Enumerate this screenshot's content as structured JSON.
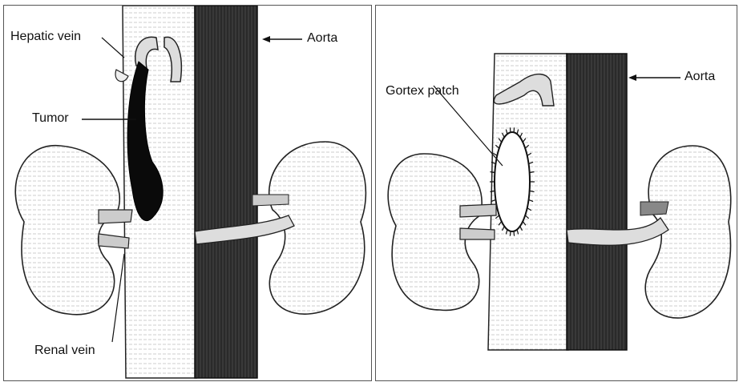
{
  "panels": [
    {
      "labels": {
        "hepatic_vein": "Hepatic vein",
        "aorta": "Aorta",
        "tumor": "Tumor",
        "renal_vein": "Renal vein"
      }
    },
    {
      "labels": {
        "gortex_patch": "Gortex patch",
        "aorta": "Aorta"
      }
    }
  ]
}
